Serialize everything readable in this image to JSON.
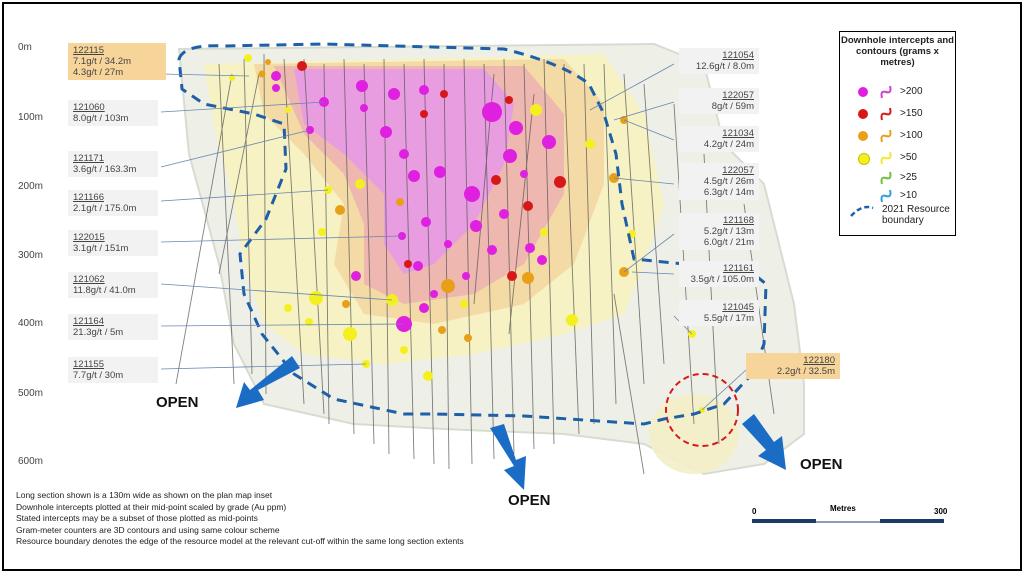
{
  "depth_axis": {
    "labels": [
      "0m",
      "100m",
      "200m",
      "300m",
      "400m",
      "500m",
      "600m"
    ]
  },
  "callouts_left": [
    {
      "hole": "122115",
      "lines": [
        "7.1g/t / 34.2m",
        "4.3g/t / 27m"
      ],
      "highlight": true
    },
    {
      "hole": "121060",
      "lines": [
        "8.0g/t / 103m"
      ],
      "highlight": false
    },
    {
      "hole": "121171",
      "lines": [
        "3.6g/t / 163.3m"
      ],
      "highlight": false
    },
    {
      "hole": "121166",
      "lines": [
        "2.1g/t / 175.0m"
      ],
      "highlight": false
    },
    {
      "hole": "122015",
      "lines": [
        "3.1g/t / 151m"
      ],
      "highlight": false
    },
    {
      "hole": "121062",
      "lines": [
        "11.8g/t / 41.0m"
      ],
      "highlight": false
    },
    {
      "hole": "121164",
      "lines": [
        "21.3g/t / 5m"
      ],
      "highlight": false
    },
    {
      "hole": "121155",
      "lines": [
        "7.7g/t / 30m"
      ],
      "highlight": false
    }
  ],
  "callouts_right": [
    {
      "hole": "121054",
      "lines": [
        "12.6g/t / 8.0m"
      ],
      "highlight": false
    },
    {
      "hole": "122057",
      "lines": [
        "8g/t / 59m"
      ],
      "highlight": false
    },
    {
      "hole": "121034",
      "lines": [
        "4.2g/t / 24m"
      ],
      "highlight": false
    },
    {
      "hole": "122057",
      "lines": [
        "4.5g/t / 26m",
        "6.3g/t / 14m"
      ],
      "highlight": false
    },
    {
      "hole": "121168",
      "lines": [
        "5.2g/t / 13m",
        "6.0g/t / 21m"
      ],
      "highlight": false
    },
    {
      "hole": "121161",
      "lines": [
        "3.5g/t / 105.0m"
      ],
      "highlight": false
    },
    {
      "hole": "121045",
      "lines": [
        "5.5g/t / 17m"
      ],
      "highlight": false
    },
    {
      "hole": "122180",
      "lines": [
        "2.2g/t / 32.5m"
      ],
      "highlight": true
    }
  ],
  "legend": {
    "title": "Downhole intercepts and contours (grams x metres)",
    "classes": [
      {
        "label": ">200",
        "dot_color": "#e020e0",
        "line_color": "#d040d0"
      },
      {
        "label": ">150",
        "dot_color": "#d81818",
        "line_color": "#d81818"
      },
      {
        "label": ">100",
        "dot_color": "#e8a018",
        "line_color": "#e8a018"
      },
      {
        "label": ">50",
        "dot_color": "#f4f020",
        "line_color": "#ecec30"
      },
      {
        "label": ">25",
        "dot_color": null,
        "line_color": "#70c040"
      },
      {
        "label": ">10",
        "dot_color": null,
        "line_color": "#30a0d8"
      }
    ],
    "boundary_label": "2021 Resource boundary",
    "boundary_color": "#1f5fa8"
  },
  "open_labels": [
    "OPEN",
    "OPEN",
    "OPEN"
  ],
  "notes": [
    "Long section shown is a 130m wide as shown on the plan map inset",
    "Downhole intercepts plotted at their mid-point scaled by grade (Au ppm)",
    "Stated intercepts may be a subset of those plotted as mid-points",
    "Gram-meter counters are 3D contours and using same colour scheme",
    "Resource boundary denotes the edge of the resource model at the relevant cut-off within the same long section extents"
  ],
  "scale_bar": {
    "title": "Metres",
    "min": "0",
    "max": "300"
  }
}
